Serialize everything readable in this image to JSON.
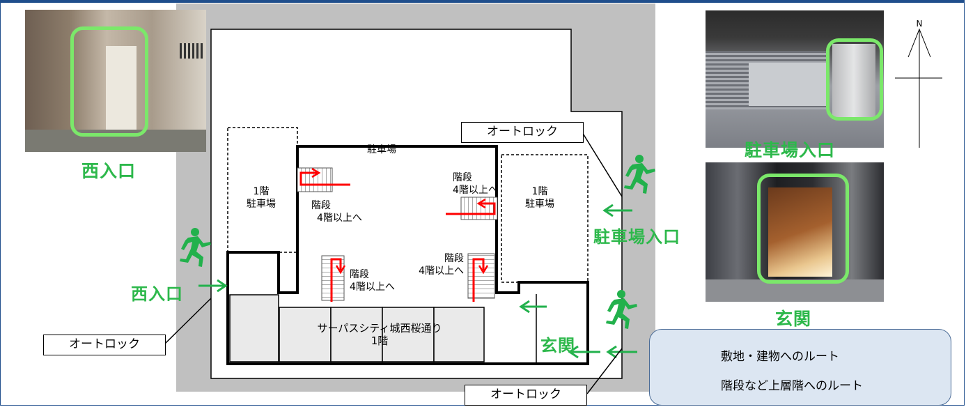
{
  "photos": {
    "west": {
      "label": "西入口"
    },
    "parking": {
      "label": "駐車場入口"
    },
    "entrance": {
      "label": "玄関"
    }
  },
  "compass": {
    "north": "N"
  },
  "plan": {
    "parking_main": "駐車場",
    "parking_left": [
      "1階",
      "駐車場"
    ],
    "parking_right": [
      "1階",
      "駐車場"
    ],
    "stair_top_left": [
      "階段",
      "4階以上へ"
    ],
    "stair_top_right": [
      "階段",
      "4階以上へ"
    ],
    "stair_bottom_left": [
      "階段",
      "4階以上へ"
    ],
    "stair_bottom_right": [
      "階段",
      "4階以上へ"
    ],
    "building": [
      "サーパスシティ城西桜通り",
      "1階"
    ]
  },
  "labels": {
    "west_entrance": "西入口",
    "parking_entrance": "駐車場入口",
    "front_entrance": "玄関",
    "autolock_top": "オートロック",
    "autolock_left": "オートロック",
    "autolock_bottom": "オートロック"
  },
  "legend": {
    "green_text": "敷地・建物へのルート",
    "red_text": "階段など上層階へのルート",
    "green_color": "#22b14c",
    "red_color": "#ff0000"
  }
}
